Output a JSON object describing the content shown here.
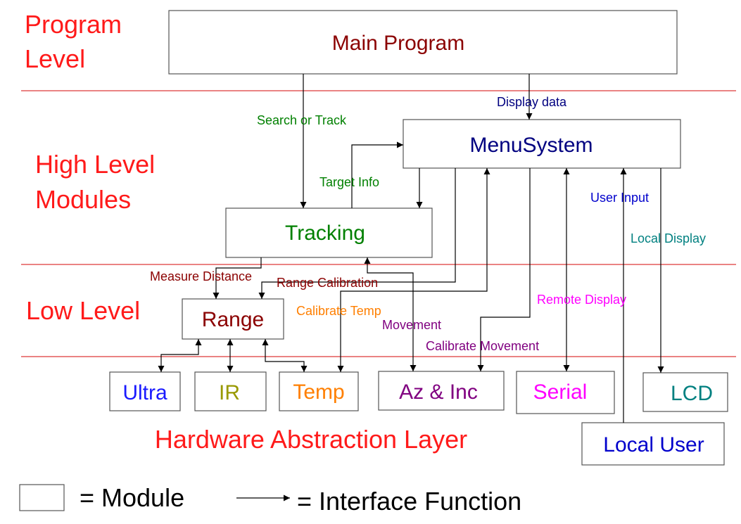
{
  "levels": {
    "program": {
      "line1": "Program",
      "line2": "Level"
    },
    "high": {
      "line1": "High Level",
      "line2": "Modules"
    },
    "low": "Low Level",
    "hal": "Hardware Abstraction Layer"
  },
  "modules": {
    "main_program": "Main Program",
    "menu_system": "MenuSystem",
    "tracking": "Tracking",
    "range": "Range",
    "ultra": "Ultra",
    "ir": "IR",
    "temp": "Temp",
    "az_inc": "Az & Inc",
    "serial": "Serial",
    "lcd": "LCD",
    "local_user": "Local User"
  },
  "edges": {
    "search_track": "Search or Track",
    "display_data": "Display data",
    "target_info": "Target Info",
    "user_input": "User Input",
    "local_display": "Local Display",
    "measure_distance": "Measure Distance",
    "range_calibration": "Range Calibration",
    "calibrate_temp": "Calibrate Temp",
    "movement": "Movement",
    "remote_display": "Remote Display",
    "calibrate_movement": "Calibrate Movement"
  },
  "legend": {
    "module": "= Module",
    "interface": "= Interface Function"
  },
  "colors": {
    "level_label": "#ff1a1a",
    "main_program": "#8b0000",
    "menu_system": "#000080",
    "tracking": "#008000",
    "range": "#8b0000",
    "ultra": "#1a1aff",
    "ir": "#999900",
    "temp": "#ff7f00",
    "az_inc": "#800080",
    "serial": "#ff00ff",
    "lcd": "#008080",
    "local_user": "#0000cc",
    "search_track": "#008000",
    "display_data": "#000080",
    "target_info": "#008000",
    "user_input": "#0000cc",
    "local_display": "#008080",
    "measure_distance": "#8b0000",
    "range_calibration": "#8b0000",
    "calibrate_temp": "#ff7f00",
    "movement": "#800080",
    "remote_display": "#ff00ff",
    "calibrate_movement": "#800080",
    "legend": "#000000"
  }
}
